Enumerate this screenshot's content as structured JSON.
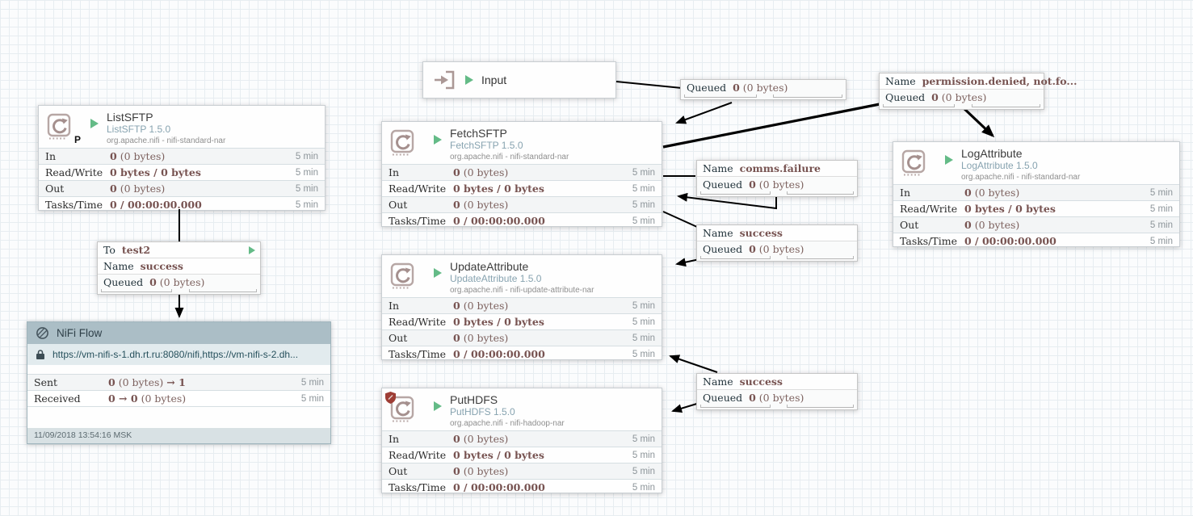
{
  "colors": {
    "run_green": "#64bb87",
    "stat_value_brown": "#775351",
    "type_teal": "#87a3b0",
    "rpg_header": "#abbec6",
    "wire_black": "#000000"
  },
  "input_port": {
    "label": "Input"
  },
  "processors": {
    "listsftp": {
      "title": "ListSFTP",
      "type": "ListSFTP 1.5.0",
      "bundle": "org.apache.nifi - nifi-standard-nar",
      "primary_badge": "P",
      "restricted": false,
      "rows": [
        {
          "label": "In",
          "bold": "0",
          "rest": "(0 bytes)",
          "time": "5 min"
        },
        {
          "label": "Read/Write",
          "bold": "0 bytes / 0 bytes",
          "rest": "",
          "time": "5 min"
        },
        {
          "label": "Out",
          "bold": "0",
          "rest": "(0 bytes)",
          "time": "5 min"
        },
        {
          "label": "Tasks/Time",
          "bold": "0 / 00:00:00.000",
          "rest": "",
          "time": "5 min"
        }
      ]
    },
    "fetchsftp": {
      "title": "FetchSFTP",
      "type": "FetchSFTP 1.5.0",
      "bundle": "org.apache.nifi - nifi-standard-nar",
      "primary_badge": "",
      "restricted": false,
      "rows": [
        {
          "label": "In",
          "bold": "0",
          "rest": "(0 bytes)",
          "time": "5 min"
        },
        {
          "label": "Read/Write",
          "bold": "0 bytes / 0 bytes",
          "rest": "",
          "time": "5 min"
        },
        {
          "label": "Out",
          "bold": "0",
          "rest": "(0 bytes)",
          "time": "5 min"
        },
        {
          "label": "Tasks/Time",
          "bold": "0 / 00:00:00.000",
          "rest": "",
          "time": "5 min"
        }
      ]
    },
    "logattribute": {
      "title": "LogAttribute",
      "type": "LogAttribute 1.5.0",
      "bundle": "org.apache.nifi - nifi-standard-nar",
      "primary_badge": "",
      "restricted": false,
      "rows": [
        {
          "label": "In",
          "bold": "0",
          "rest": "(0 bytes)",
          "time": "5 min"
        },
        {
          "label": "Read/Write",
          "bold": "0 bytes / 0 bytes",
          "rest": "",
          "time": "5 min"
        },
        {
          "label": "Out",
          "bold": "0",
          "rest": "(0 bytes)",
          "time": "5 min"
        },
        {
          "label": "Tasks/Time",
          "bold": "0 / 00:00:00.000",
          "rest": "",
          "time": "5 min"
        }
      ]
    },
    "updateattribute": {
      "title": "UpdateAttribute",
      "type": "UpdateAttribute 1.5.0",
      "bundle": "org.apache.nifi - nifi-update-attribute-nar",
      "primary_badge": "",
      "restricted": false,
      "rows": [
        {
          "label": "In",
          "bold": "0",
          "rest": "(0 bytes)",
          "time": "5 min"
        },
        {
          "label": "Read/Write",
          "bold": "0 bytes / 0 bytes",
          "rest": "",
          "time": "5 min"
        },
        {
          "label": "Out",
          "bold": "0",
          "rest": "(0 bytes)",
          "time": "5 min"
        },
        {
          "label": "Tasks/Time",
          "bold": "0 / 00:00:00.000",
          "rest": "",
          "time": "5 min"
        }
      ]
    },
    "puthdfs": {
      "title": "PutHDFS",
      "type": "PutHDFS 1.5.0",
      "bundle": "org.apache.nifi - nifi-hadoop-nar",
      "primary_badge": "",
      "restricted": true,
      "rows": [
        {
          "label": "In",
          "bold": "0",
          "rest": "(0 bytes)",
          "time": "5 min"
        },
        {
          "label": "Read/Write",
          "bold": "0 bytes / 0 bytes",
          "rest": "",
          "time": "5 min"
        },
        {
          "label": "Out",
          "bold": "0",
          "rest": "(0 bytes)",
          "time": "5 min"
        },
        {
          "label": "Tasks/Time",
          "bold": "0 / 00:00:00.000",
          "rest": "",
          "time": "5 min"
        }
      ]
    }
  },
  "remote_group": {
    "title": "NiFi Flow",
    "url": "https://vm-nifi-s-1.dh.rt.ru:8080/nifi,https://vm-nifi-s-2.dh...",
    "rows": [
      {
        "label": "Sent",
        "b1": "0",
        "mid": "(0 bytes)",
        "b2": "→ 1",
        "time": "5 min"
      },
      {
        "label": "Received",
        "b1": "0 → 0",
        "mid": "(0 bytes)",
        "b2": "",
        "time": "5 min"
      }
    ],
    "footer": "11/09/2018 13:54:16 MSK"
  },
  "connection_labels": {
    "queued_top": {
      "rows": [
        {
          "label": "Queued",
          "bold": "0",
          "rest": "(0 bytes)",
          "gauge": true
        }
      ]
    },
    "permission": {
      "rows": [
        {
          "label": "Name",
          "bold": "permission.denied, not.fo..."
        },
        {
          "label": "Queued",
          "bold": "0",
          "rest": "(0 bytes)",
          "gauge": true
        }
      ]
    },
    "comms_failure": {
      "rows": [
        {
          "label": "Name",
          "bold": "comms.failure"
        },
        {
          "label": "Queued",
          "bold": "0",
          "rest": "(0 bytes)",
          "gauge": true
        }
      ]
    },
    "success1": {
      "rows": [
        {
          "label": "Name",
          "bold": "success"
        },
        {
          "label": "Queued",
          "bold": "0",
          "rest": "(0 bytes)",
          "gauge": true
        }
      ]
    },
    "success2": {
      "rows": [
        {
          "label": "Name",
          "bold": "success"
        },
        {
          "label": "Queued",
          "bold": "0",
          "rest": "(0 bytes)",
          "gauge": true
        }
      ]
    },
    "to_test2": {
      "rows": [
        {
          "label": "To",
          "bold": "test2",
          "play": true
        },
        {
          "label": "Name",
          "bold": "success"
        },
        {
          "label": "Queued",
          "bold": "0",
          "rest": "(0 bytes)",
          "gauge": true
        }
      ]
    }
  }
}
